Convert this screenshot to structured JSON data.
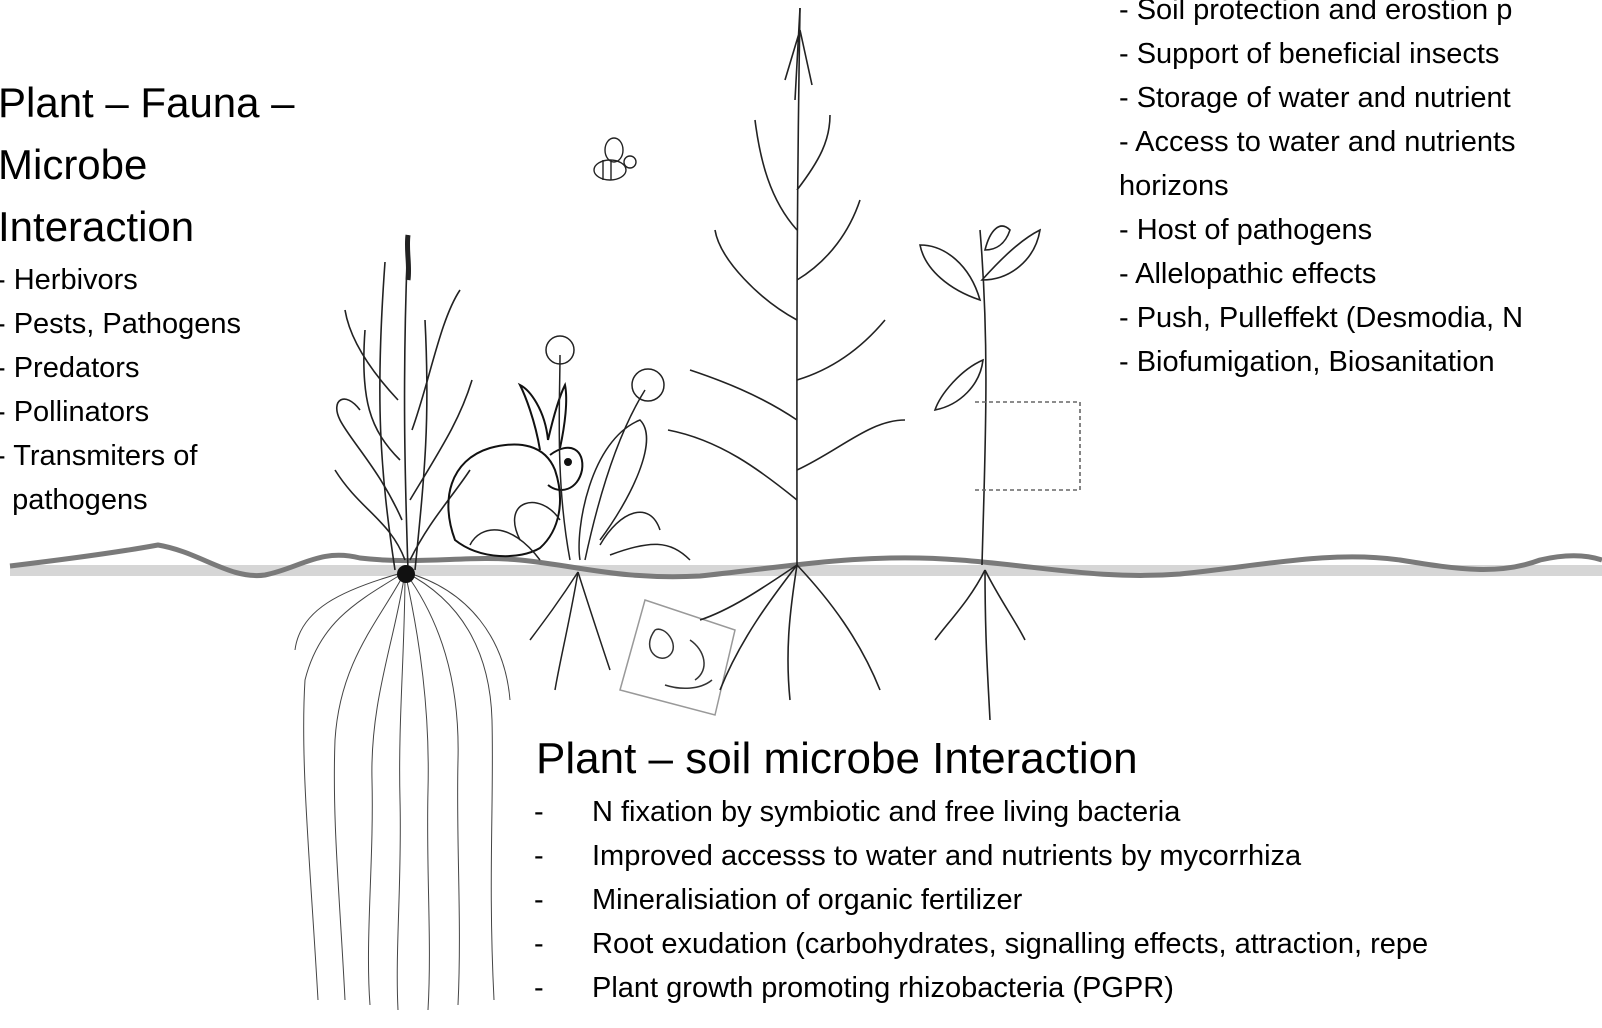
{
  "fauna_section": {
    "title_lines": [
      "Plant – Fauna –",
      "Microbe",
      "Interaction"
    ],
    "items": [
      "- Herbivors",
      "- Pests, Pathogens",
      "- Predators",
      "- Pollinators",
      "- Transmiters of",
      "  pathogens"
    ]
  },
  "benefits_section": {
    "items": [
      "- Soil protection and erostion p",
      "- Support of beneficial insects",
      "- Storage of water and nutrient",
      "- Access to water and nutrients",
      "horizons",
      "- Host of pathogens",
      "- Allelopathic effects",
      "- Push, Pulleffekt (Desmodia, N",
      "- Biofumigation, Biosanitation"
    ]
  },
  "microbe_section": {
    "title": "Plant – soil microbe Interaction",
    "dash": "-",
    "items": [
      "N fixation by symbiotic and free living bacteria",
      "Improved accesss to water and nutrients  by mycorrhiza",
      "Mineralisiation of organic fertilizer",
      "Root exudation (carbohydrates,  signalling effects, attraction, repe",
      "Plant growth promoting rhizobacteria (PGPR)"
    ]
  },
  "illustration": {
    "icons": [
      "bee-icon",
      "rabbit-icon",
      "grass-plant-icon",
      "dandelion-plant-icon",
      "maize-plant-icon",
      "legume-plant-icon",
      "soil-microbe-icon"
    ],
    "colors": {
      "soil_line": "#7a7a7a",
      "soil_band": "#c8c8c8",
      "ink": "#222222"
    }
  }
}
